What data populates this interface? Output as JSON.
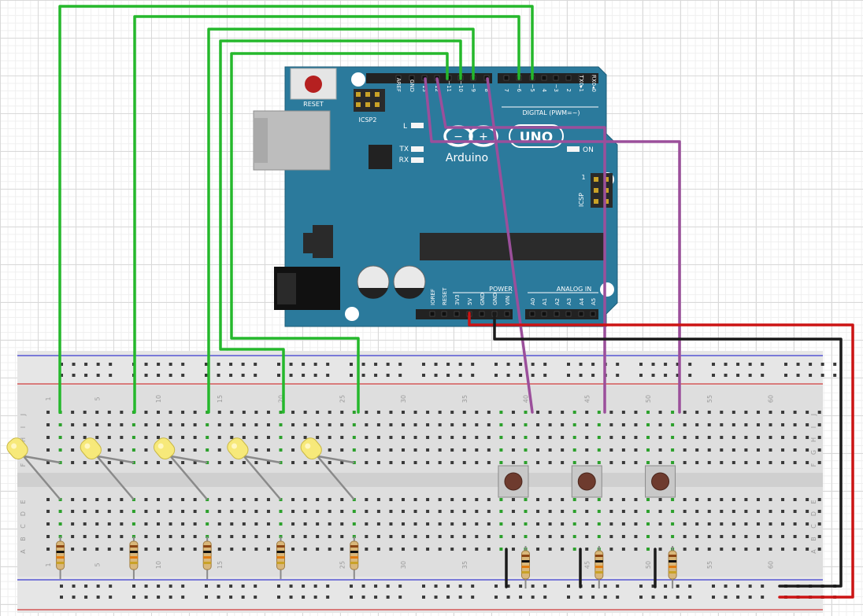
{
  "arduino": {
    "brand": "Arduino",
    "model": "UNO",
    "reset_label": "RESET",
    "icsp2_label": "ICSP2",
    "icsp_label": "ICSP",
    "l_label": "L",
    "tx_label": "TX",
    "rx_label": "RX",
    "on_label": "ON",
    "digital_label": "DIGITAL (PWM=~)",
    "power_label": "POWER",
    "analog_label": "ANALOG IN",
    "icsp_pin1": "1",
    "top_header_pins": [
      "AREF",
      "GND",
      "13",
      "12",
      "~11",
      "~10",
      "~9",
      "8",
      "7",
      "~6",
      "~5",
      "4",
      "~3",
      "2",
      "TX0▸1",
      "RX0◂0"
    ],
    "power_pins": [
      "IOREF",
      "RESET",
      "3V3",
      "5V",
      "GND",
      "GND",
      "VIN"
    ],
    "analog_pins": [
      "A0",
      "A1",
      "A2",
      "A3",
      "A4",
      "A5"
    ]
  },
  "breadboard": {
    "column_numbers": [
      "1",
      "5",
      "10",
      "15",
      "20",
      "25",
      "30",
      "35",
      "40",
      "45",
      "50",
      "55",
      "60"
    ],
    "row_letters_top": [
      "J",
      "I",
      "H",
      "G",
      "F"
    ],
    "row_letters_bottom": [
      "E",
      "D",
      "C",
      "B",
      "A"
    ]
  },
  "components": {
    "leds": 5,
    "led_color": "#f7e97a",
    "resistors": 8,
    "pushbuttons": 3
  },
  "colors": {
    "board": "#2b7a9c",
    "wire_signal": "#25b82c",
    "wire_button": "#9b4f9b",
    "wire_power": "#cc1414",
    "wire_ground": "#1a1a1a",
    "connected_hole": "#2ca02c"
  }
}
